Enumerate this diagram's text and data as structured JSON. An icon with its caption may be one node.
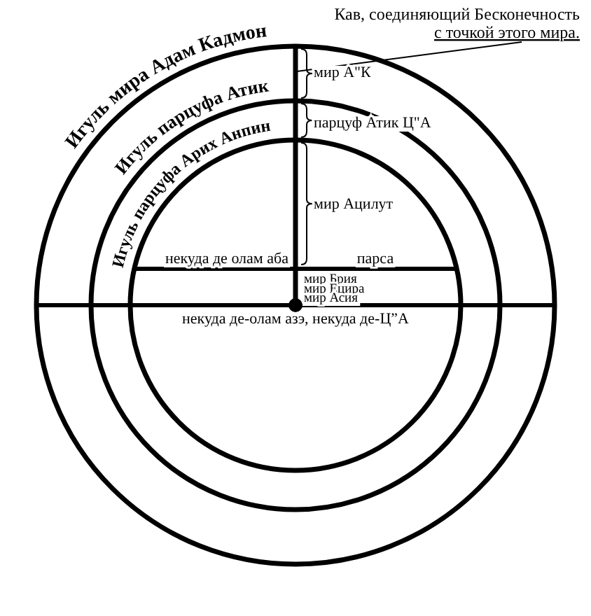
{
  "diagram": {
    "nodes": [
      {
        "text": [
          "Кав, соединяющий Бесконечность с точкой этого мира."
        ]
      },
      {
        "text": [
          "Игуль мира Адам Кадмон"
        ]
      },
      {
        "text": [
          "Игуль парцуфа Атик"
        ],
        "in": 1
      },
      {
        "text": [
          "Игуль парцуфа Арих Анпин"
        ],
        "in": 2
      },
      {
        "text": [],
        "shape": "bar",
        "in": 1
      }
    ],
    "edges": [
      {
        "from": 0,
        "to": 4,
        "arrow": "none"
      }
    ],
    "labels": [
      "мир А\"К",
      "парцуф Атик Ц\"А",
      "мир Ацилут",
      "некуда де олам аба",
      "парса",
      "мир Брия",
      "мир Ецира",
      "мир Асия",
      "некуда де-олам азэ, некуда де-Ц”А"
    ]
  }
}
